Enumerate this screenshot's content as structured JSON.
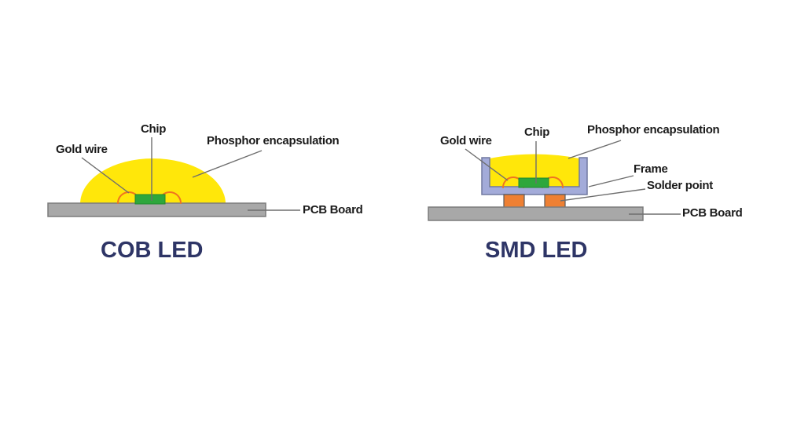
{
  "background": "#ffffff",
  "colors": {
    "phosphor_yellow": "#ffe70a",
    "chip_green": "#2ea73c",
    "gold_wire_orange": "#ef7420",
    "pcb_gray": "#a8a8a8",
    "frame_lavender": "#a3abd9",
    "solder_orange": "#ee8033",
    "title_navy": "#2e3566",
    "leader_line_gray": "#6e6e6e",
    "label_black": "#1b1b1b"
  },
  "cob": {
    "title": "COB LED",
    "labels": {
      "gold_wire": "Gold wire",
      "chip": "Chip",
      "phosphor": "Phosphor encapsulation",
      "pcb_board": "PCB Board"
    }
  },
  "smd": {
    "title": "SMD LED",
    "labels": {
      "gold_wire": "Gold wire",
      "chip": "Chip",
      "phosphor": "Phosphor encapsulation",
      "frame": "Frame",
      "solder_point": "Solder point",
      "pcb_board": "PCB Board"
    }
  }
}
